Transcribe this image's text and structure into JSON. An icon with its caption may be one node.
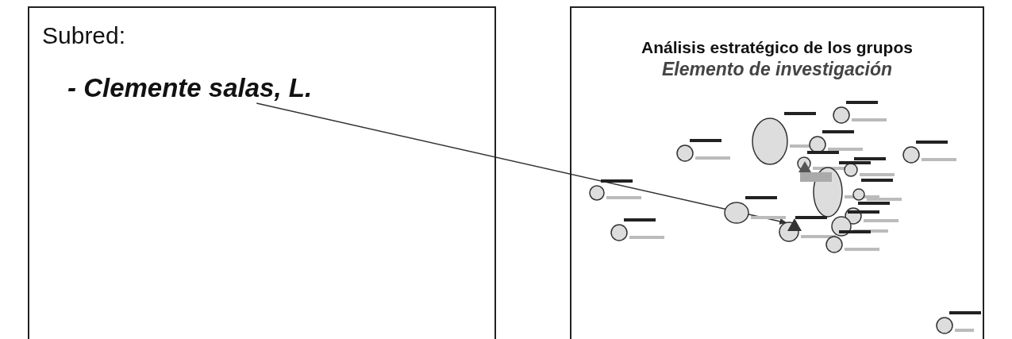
{
  "diagram": {
    "nodes": [
      {
        "text": [
          "Subred:"
        ]
      },
      {
        "text": [
          "- Clemente salas, L."
        ],
        "in": 0
      },
      {
        "text": [
          "Análisis estratégico de los grupos",
          "Elemento de investigación"
        ]
      },
      {
        "text": [],
        "shape": "picture",
        "in": 2
      },
      {
        "text": [],
        "shape": "triangle",
        "in": 3
      }
    ],
    "edges": [
      {
        "from": 1,
        "to": 4,
        "arrow": "to"
      }
    ]
  }
}
